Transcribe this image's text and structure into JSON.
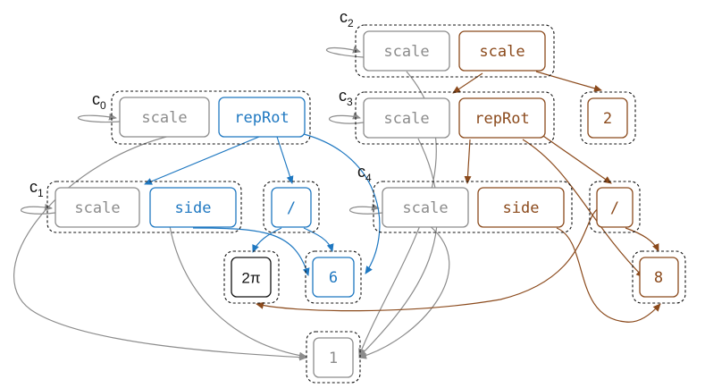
{
  "colors": {
    "gray": "#8c8c8c",
    "blue": "#1f78c1",
    "brown": "#8b4a1c",
    "black": "#111111"
  },
  "labels": {
    "c0": "c",
    "c0_sub": "0",
    "c1": "c",
    "c1_sub": "1",
    "c2": "c",
    "c2_sub": "2",
    "c3": "c",
    "c3_sub": "3",
    "c4": "c",
    "c4_sub": "4"
  },
  "nodes": {
    "c2_scale": "scale",
    "c2_value": "scale",
    "c0_scale": "scale",
    "c0_value": "repRot",
    "c3_scale": "scale",
    "c3_value": "repRot",
    "two": "2",
    "c1_scale": "scale",
    "c1_value": "side",
    "div_blue": "/",
    "c4_scale": "scale",
    "c4_value": "side",
    "div_brown": "/",
    "two_pi": "2π",
    "six": "6",
    "eight": "8",
    "one": "1"
  }
}
